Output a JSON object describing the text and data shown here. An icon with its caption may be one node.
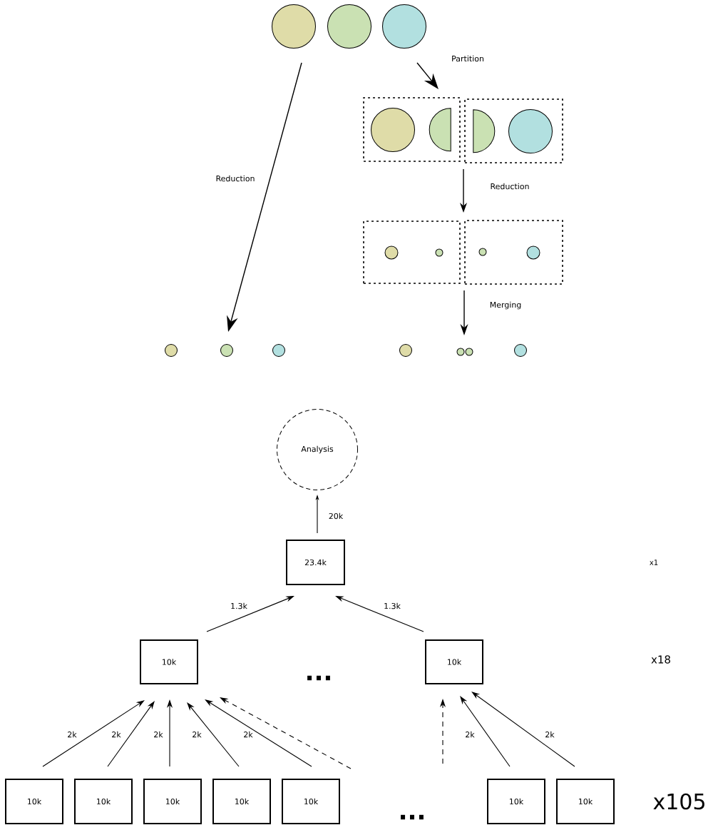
{
  "diagram": {
    "nodes": [
      {
        "text": [],
        "shape": "circle"
      },
      {
        "text": [],
        "shape": "circle"
      },
      {
        "text": [],
        "shape": "circle"
      },
      {
        "text": [],
        "shape": "box"
      },
      {
        "text": [],
        "shape": "box"
      },
      {
        "text": [],
        "shape": "circle",
        "in": 3
      },
      {
        "text": [],
        "shape": "semicircle",
        "in": 3
      },
      {
        "text": [],
        "shape": "semicircle",
        "in": 4
      },
      {
        "text": [],
        "shape": "circle",
        "in": 4
      },
      {
        "text": [],
        "shape": "box"
      },
      {
        "text": [],
        "shape": "box"
      },
      {
        "text": [],
        "shape": "circle",
        "in": 9
      },
      {
        "text": [],
        "shape": "circle",
        "in": 9
      },
      {
        "text": [],
        "shape": "circle",
        "in": 10
      },
      {
        "text": [],
        "shape": "circle",
        "in": 10
      },
      {
        "text": [],
        "shape": "circle"
      },
      {
        "text": [],
        "shape": "circle"
      },
      {
        "text": [],
        "shape": "circle"
      },
      {
        "text": [],
        "shape": "circle"
      },
      {
        "text": [],
        "shape": "circle"
      },
      {
        "text": [],
        "shape": "circle"
      },
      {
        "text": [],
        "shape": "circle"
      },
      {
        "text": [
          "Analysis"
        ]
      },
      {
        "text": [
          "23.4k"
        ]
      },
      {
        "text": [
          "10k"
        ]
      },
      {
        "text": [
          "10k"
        ]
      },
      {
        "text": [
          "10k"
        ]
      },
      {
        "text": [
          "10k"
        ]
      },
      {
        "text": [
          "10k"
        ]
      },
      {
        "text": [
          "10k"
        ]
      },
      {
        "text": [
          "10k"
        ]
      },
      {
        "text": [
          "10k"
        ]
      },
      {
        "text": [
          "10k"
        ]
      }
    ],
    "edges": [
      {
        "from": 0,
        "to": 16,
        "arrow": "to",
        "label": "Reduction"
      },
      {
        "from": 2,
        "to": 3,
        "arrow": "to",
        "label": "Partition"
      },
      {
        "from": 3,
        "to": 9,
        "arrow": "to",
        "label": "Reduction"
      },
      {
        "from": 9,
        "to": 19,
        "arrow": "to",
        "label": "Merging"
      },
      {
        "from": 23,
        "to": 22,
        "arrow": "to",
        "label": "20k"
      },
      {
        "from": 24,
        "to": 23,
        "arrow": "to",
        "label": "1.3k"
      },
      {
        "from": 25,
        "to": 23,
        "arrow": "to",
        "label": "1.3k"
      },
      {
        "from": 26,
        "to": 24,
        "arrow": "to",
        "label": "2k"
      },
      {
        "from": 27,
        "to": 24,
        "arrow": "to",
        "label": "2k"
      },
      {
        "from": 28,
        "to": 24,
        "arrow": "to",
        "label": "2k"
      },
      {
        "from": 29,
        "to": 24,
        "arrow": "to",
        "label": "2k"
      },
      {
        "from": 30,
        "to": 24,
        "arrow": "to",
        "label": "2k"
      },
      {
        "from": null,
        "to": 24,
        "arrow": "to",
        "style": "dashed"
      },
      {
        "from": null,
        "to": 25,
        "arrow": "to",
        "style": "dashed"
      },
      {
        "from": 31,
        "to": 25,
        "arrow": "to",
        "label": "2k"
      },
      {
        "from": 32,
        "to": 25,
        "arrow": "to",
        "label": "2k"
      }
    ],
    "labels": [
      "x1",
      "x18",
      "...",
      "x105",
      "..."
    ]
  }
}
